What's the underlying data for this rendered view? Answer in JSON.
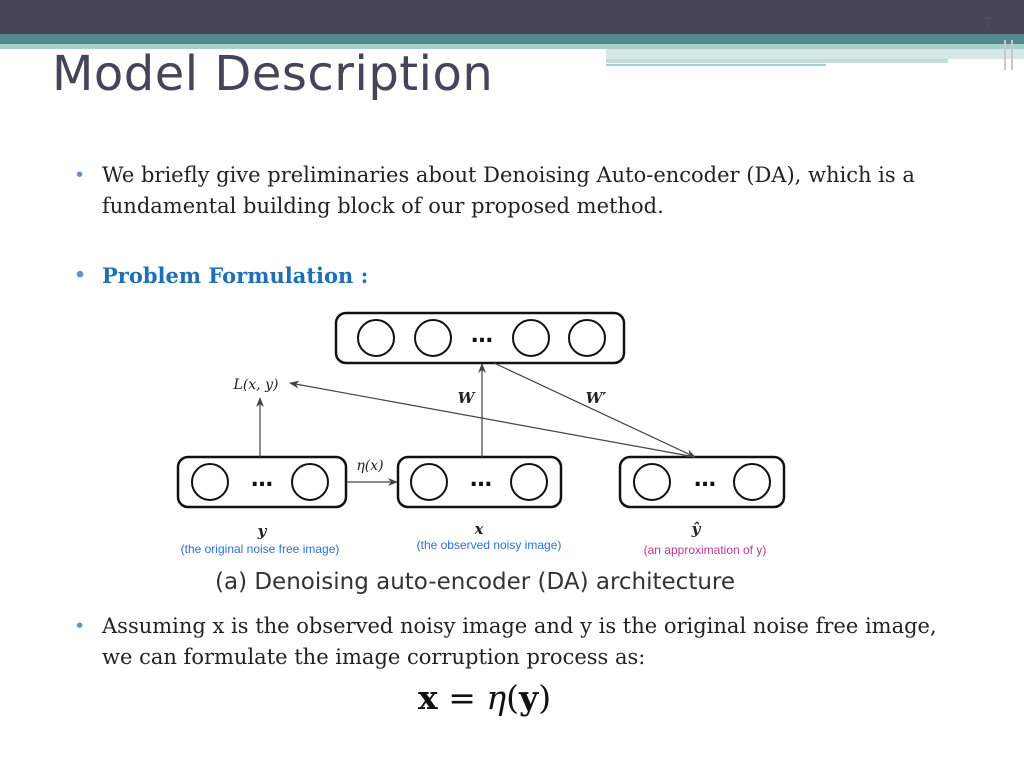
{
  "slide": {
    "page_number": "7",
    "title": "Model Description"
  },
  "bullets": [
    {
      "text": "We briefly give preliminaries about Denoising Auto-encoder (DA), which is a fundamental building block of our proposed method."
    },
    {
      "text": "Problem Formulation :"
    },
    {
      "text": "Assuming x is the observed noisy image and y is the original noise free image, we can formulate the image corruption process as:"
    }
  ],
  "colors": {
    "header_dark": "#464456",
    "header_teal": "#4f8b8d",
    "heading_blue": "#1f6fb5",
    "label_blue": "#2f6fd6",
    "label_pink": "#c0378f"
  },
  "diagram": {
    "hidden_layer": {
      "ellipsis": "…"
    },
    "left_layer": {
      "ellipsis": "…",
      "symbol": "y",
      "label": "(the original noise free image)"
    },
    "mid_layer": {
      "ellipsis": "…",
      "symbol": "x",
      "label": "(the observed noisy image)"
    },
    "right_layer": {
      "ellipsis": "…",
      "symbol": "ŷ",
      "label": "(an approximation of y)"
    },
    "loss_label": "L(x, y)",
    "noise_label": "η(x)",
    "weight_w": "W",
    "weight_w_prime": "W′",
    "caption": "(a) Denoising auto-encoder (DA) architecture"
  },
  "formula": {
    "lhs": "x",
    "equals": "=",
    "func": "η",
    "arg": "y"
  }
}
